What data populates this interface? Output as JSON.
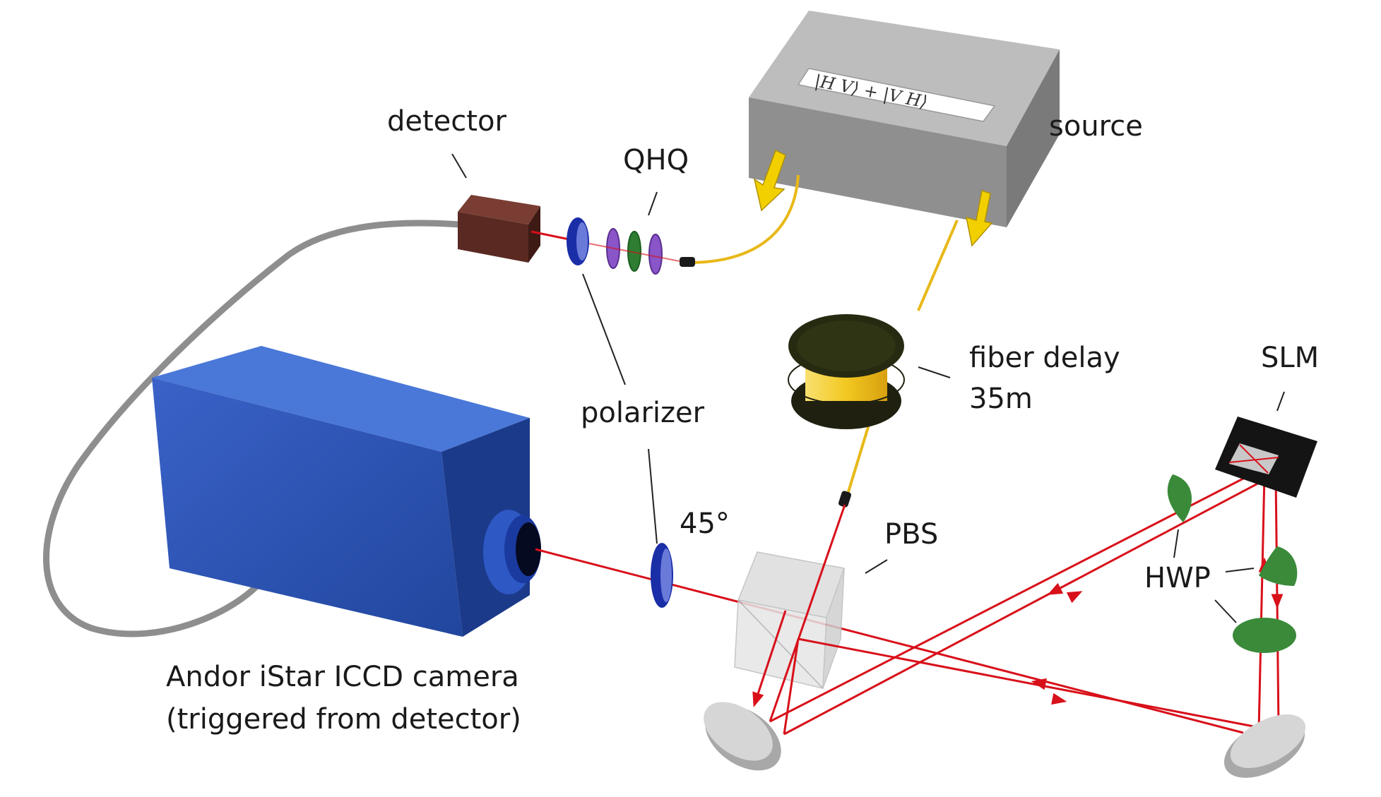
{
  "labels": {
    "detector": "detector",
    "qhq": "QHQ",
    "source": "source",
    "state": "|H V⟩ + |V H⟩",
    "fiber_delay_line1": "fiber delay",
    "fiber_delay_line2": "35m",
    "slm": "SLM",
    "polarizer": "polarizer",
    "angle": "45°",
    "pbs": "PBS",
    "hwp": "HWP",
    "camera_line1": "Andor iStar ICCD camera",
    "camera_line2": "(triggered from detector)"
  },
  "colors": {
    "laser": "#d8101a",
    "fiber": "#e8b818",
    "camera": "#2a52b8",
    "detector_body": "#5a2a22",
    "source_box": "#9a9a9a",
    "polarizer_ring": "#1a2ea8",
    "waveplate_purple": "#8a55c8",
    "waveplate_green": "#2e7d32",
    "hwp": "#3a8a3a",
    "mirror": "#c8c8c8",
    "arrow": "#f2d000"
  },
  "icons": {
    "source_arrows": "down-arrow-icon",
    "fiber_spool": "fiber-spool-icon",
    "mirror": "mirror-icon",
    "camera": "camera-icon"
  }
}
